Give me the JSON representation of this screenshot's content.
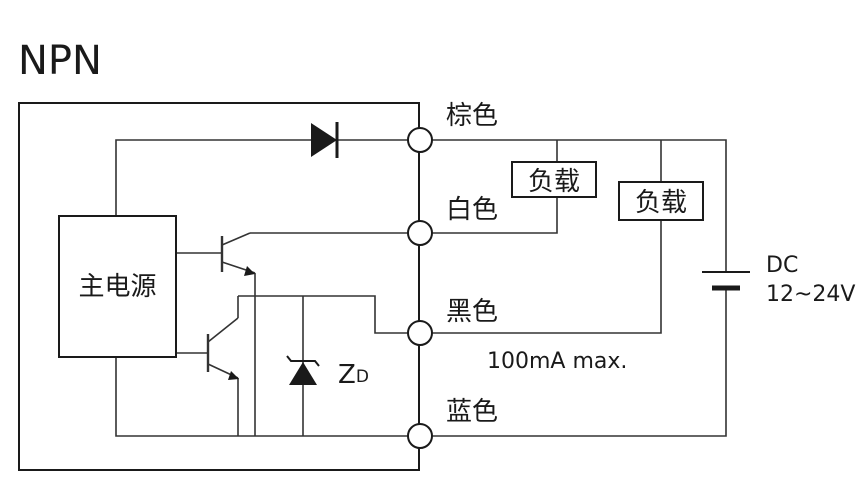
{
  "title": "NPN",
  "terminals": {
    "brown": "棕色",
    "white": "白色",
    "black": "黑色",
    "blue": "蓝色"
  },
  "main_power": "主电源",
  "load_1": "负载",
  "load_2": "负载",
  "dc_label": "DC",
  "dc_range": "12~24V",
  "current_rating": "100mA max.",
  "zener_label_main": "Z",
  "zener_label_sub": "D",
  "colors": {
    "line": "#333333",
    "ink": "#1a1a1a"
  }
}
